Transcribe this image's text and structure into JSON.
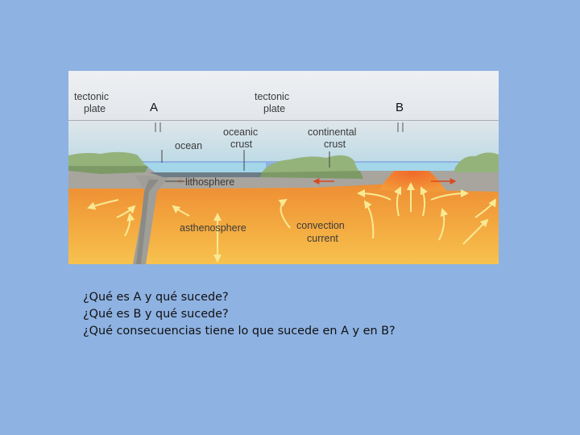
{
  "diagram": {
    "labels": {
      "tectonic_plate_left": [
        "tectonic",
        "plate"
      ],
      "tectonic_plate_right": [
        "tectonic",
        "plate"
      ],
      "marker_a": "A",
      "marker_b": "B",
      "ocean": "ocean",
      "oceanic_crust": [
        "oceanic",
        "crust"
      ],
      "continental_crust": [
        "continental",
        "crust"
      ],
      "lithosphere": "lithosphere",
      "asthenosphere": "asthenosphere",
      "convection_current": [
        "convection",
        "current"
      ]
    },
    "colors": {
      "sky": "#e3e7ec",
      "atmosphere_band": "#c9dde6",
      "ocean": "#9fd3e6",
      "land": "#93b27a",
      "lithosphere": "#a6a49e",
      "asthenosphere_top": "#f2a03a",
      "asthenosphere_bottom": "#f6c24e",
      "arrow": "#f5e58a",
      "arrow_red": "#d84a1c"
    }
  },
  "questions": [
    "¿Qué es A y qué sucede?",
    "¿Qué es B y qué sucede?",
    "¿Qué consecuencias tiene lo que sucede en A y en B?"
  ]
}
